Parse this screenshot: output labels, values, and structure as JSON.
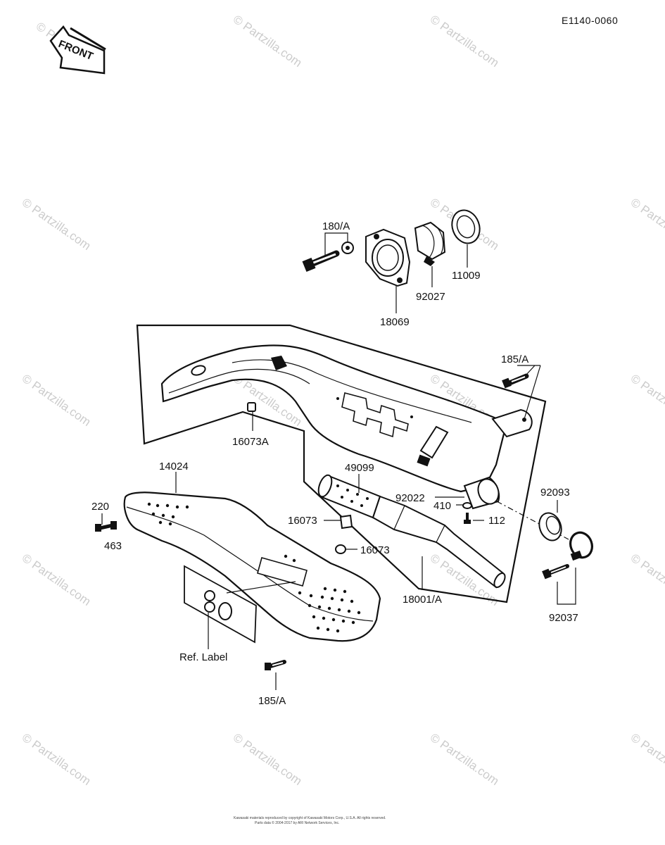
{
  "diagram_code": "E1140-0060",
  "front_arrow_label": "FRONT",
  "watermark_text": "© Partzilla.com",
  "callouts": {
    "c_180A_top": "180/A",
    "c_18069": "18069",
    "c_92027": "92027",
    "c_11009": "11009",
    "c_185A_top": "185/A",
    "c_16073A": "16073A",
    "c_14024": "14024",
    "c_49099": "49099",
    "c_92022": "92022",
    "c_410": "410",
    "c_112": "112",
    "c_92093": "92093",
    "c_220": "220",
    "c_463": "463",
    "c_16073_a": "16073",
    "c_16073_b": "16073",
    "c_18001A": "18001/A",
    "c_92037": "92037",
    "c_ref_label": "Ref. Label",
    "c_185A_bottom": "185/A"
  },
  "footer": {
    "line1": "Kawasaki materials reproduced by copyright of Kawasaki Motors Corp., U.S.A. All rights reserved.",
    "line2": "Parts data © 2004-2017 by ARI Network Services, Inc."
  },
  "colors": {
    "ink": "#111111",
    "watermark": "#cccccc",
    "background": "#ffffff"
  }
}
